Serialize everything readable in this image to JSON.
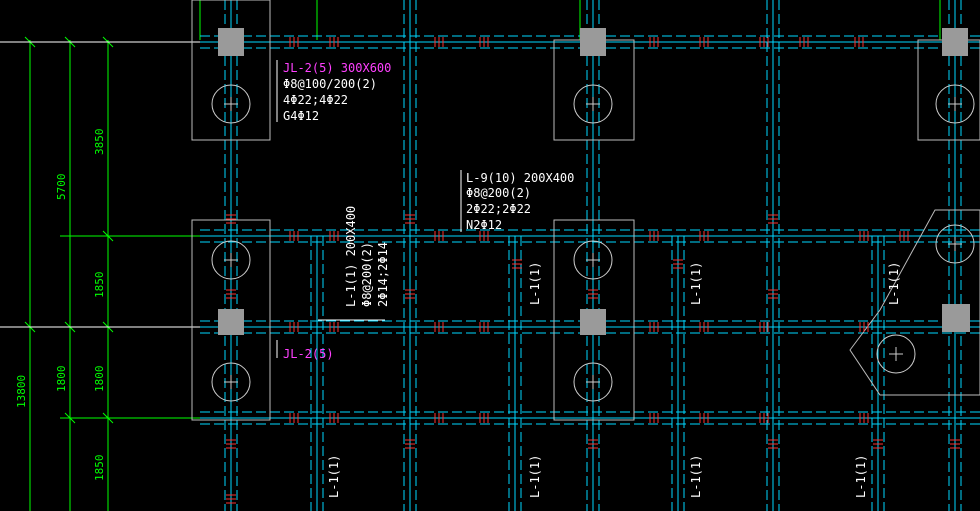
{
  "colors": {
    "background": "#000000",
    "grid_axis": "#ffffff",
    "beam": "#00d7ff",
    "dimension": "#00ff00",
    "column": "#9a9a9a",
    "rebar_mark": "#ff3030",
    "label_white": "#ffffff",
    "label_magenta": "#ff40ff"
  },
  "dimensions": {
    "total": "13800",
    "d5700": "5700",
    "d3850": "3850",
    "d1850_a": "1850",
    "d1800_a": "1800",
    "d1800_b": "1800",
    "d1850_b": "1850"
  },
  "labels": {
    "jl2_top": {
      "line1": "JL-2(5) 300X600",
      "line2": "Φ8@100/200(2)",
      "line3": "4Φ22;4Φ22",
      "line4": "G4Φ12"
    },
    "l9": {
      "line1": "L-9(10) 200X400",
      "line2": "Φ8@200(2)",
      "line3": "2Φ22;2Φ22",
      "line4": "N2Φ12"
    },
    "l1_vertical": {
      "line1": "L-1(1) 200X400",
      "line2": "Φ8@200(2)",
      "line3": "2Φ14;2Φ14"
    },
    "jl2_short": "JL-2(5)",
    "l1_a": "L-1(1)",
    "l1_b": "L-1(1)",
    "l1_c": "L-1(1)",
    "l1_d": "L-1(1)",
    "l1_e": "L-1(1)",
    "l1_f": "L-1(1)",
    "l1_g": "L-1(1)"
  }
}
